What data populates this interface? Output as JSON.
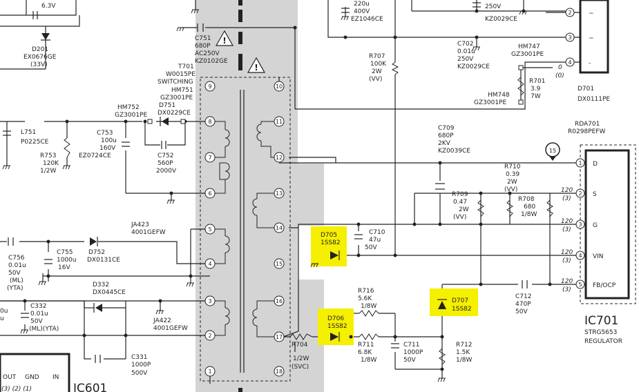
{
  "colors": {
    "transformer_shade": "#d4d4d4",
    "highlight": "#f5ef00",
    "ink": "#222222"
  },
  "top_left": {
    "cap_voltage": "6.3V",
    "diode_ref": "D201",
    "diode_part": "EX0676GE",
    "diode_zener": "(33V)"
  },
  "top_mid": {
    "c_val": "220u",
    "c_v": "400V",
    "c_part": "EZ1046CE"
  },
  "c751": {
    "ref": "C751",
    "val": "680P",
    "rating": "AC250V",
    "part": "KZ0102GE"
  },
  "t701": {
    "ref": "T701",
    "part": "W0015PE",
    "desc": "SWITCHING"
  },
  "hm751": {
    "ref": "HM751",
    "part": "GZ3001PE"
  },
  "d751": {
    "ref": "D751",
    "part": "DX0229CE"
  },
  "hm752": {
    "ref": "HM752",
    "part": "GZ3001PE"
  },
  "l751": {
    "ref": "L751",
    "part": "P0225CE"
  },
  "r753": {
    "ref": "R753",
    "val": "120K",
    "w": "1/2W"
  },
  "c753": {
    "ref": "C753",
    "val": "100u",
    "v": "160V",
    "part": "EZ0724CE"
  },
  "c752": {
    "ref": "C752",
    "val": "560P",
    "v": "2000V"
  },
  "ja423": {
    "ref": "JA423",
    "part": "4001GEFW"
  },
  "c755": {
    "ref": "C755",
    "val": "1000u",
    "v": "16V"
  },
  "d752": {
    "ref": "D752",
    "part": "DX0131CE"
  },
  "c756": {
    "ref": "C756",
    "val": "0.01u",
    "v": "50V",
    "note1": "(ML)",
    "note2": "(YTA)"
  },
  "d332": {
    "ref": "D332",
    "part": "DX0445CE"
  },
  "c332": {
    "ref": "C332",
    "val": "0.01u",
    "v": "50V",
    "note": "(ML)(YTA)"
  },
  "ja422": {
    "ref": "JA422",
    "part": "4001GEFW"
  },
  "c331": {
    "ref": "C331",
    "val": "1000P",
    "v": "500V"
  },
  "left_u": {
    "a": "0u",
    "b": "u"
  },
  "ic601": {
    "ref": "IC601",
    "out": "OUT",
    "gnd": "GND",
    "in": "IN",
    "pins": "(3) (2) (1)"
  },
  "c702": {
    "ref": "C702",
    "val": "0.01u",
    "v": "250V",
    "part": "KZ0029CE"
  },
  "top_right": {
    "c_v": "250V",
    "part": "KZ0029CE"
  },
  "r707": {
    "ref": "R707",
    "val": "100K",
    "w": "2W",
    "note": "(VV)"
  },
  "hm747": {
    "ref": "HM747",
    "part": "GZ3001PE"
  },
  "hm748": {
    "ref": "HM748",
    "part": "GZ3001PE"
  },
  "r701": {
    "ref": "R701",
    "val": "3.9",
    "w": "7W"
  },
  "d701": {
    "ref": "D701",
    "part": "DX0111PE",
    "pin2": "2",
    "pin3": "3",
    "pin4": "4",
    "ac": "~",
    "minus": "-",
    "v0": "0",
    "v0p": "(0)"
  },
  "c709": {
    "ref": "C709",
    "val": "680P",
    "v": "2KV",
    "part": "KZ0039CE"
  },
  "r710": {
    "ref": "R710",
    "val": "0.39",
    "w": "2W",
    "note": "(VV)"
  },
  "r709": {
    "ref": "R709",
    "val": "0.47",
    "w": "2W",
    "note": "(VV)"
  },
  "r708": {
    "ref": "R708",
    "val": "680",
    "w": "1/8W"
  },
  "rda701": {
    "ref": "RDA701",
    "part": "R0298PEFW"
  },
  "tp15": "15",
  "d705": {
    "ref": "D705",
    "part": "1SS82"
  },
  "d706": {
    "ref": "D706",
    "part": "1SS82"
  },
  "d707": {
    "ref": "D707",
    "part": "1SS82"
  },
  "c710": {
    "ref": "C710",
    "val": "47u",
    "v": "50V"
  },
  "r716": {
    "ref": "R716",
    "val": "5.6K",
    "w": "1/8W"
  },
  "r711": {
    "ref": "R711",
    "val": "6.8K",
    "w": "1/8W"
  },
  "c711": {
    "ref": "C711",
    "val": "1000P",
    "v": "50V"
  },
  "r712": {
    "ref": "R712",
    "val": "1.5K",
    "w": "1/8W"
  },
  "r704": {
    "ref": "R704",
    "w": "1/2W",
    "note": "(SVC)"
  },
  "c712": {
    "ref": "C712",
    "val": "470P",
    "v": "50V"
  },
  "ic701": {
    "ref": "IC701",
    "part": "STRG5653",
    "desc": "REGULATOR",
    "pins": [
      {
        "n": "1",
        "name": "D",
        "v": "",
        "vp": ""
      },
      {
        "n": "2",
        "name": "S",
        "v": "120",
        "vp": "(3)"
      },
      {
        "n": "3",
        "name": "G",
        "v": "120",
        "vp": "(3)"
      },
      {
        "n": "4",
        "name": "VIN",
        "v": "120",
        "vp": "(3)"
      },
      {
        "n": "5",
        "name": "FB/OCP",
        "v": "120",
        "vp": "(3)"
      }
    ]
  },
  "transformer_pins": [
    "9",
    "8",
    "7",
    "6",
    "5",
    "4",
    "3",
    "2",
    "1",
    "10",
    "11",
    "12",
    "13",
    "14",
    "15",
    "16",
    "17",
    "18"
  ]
}
